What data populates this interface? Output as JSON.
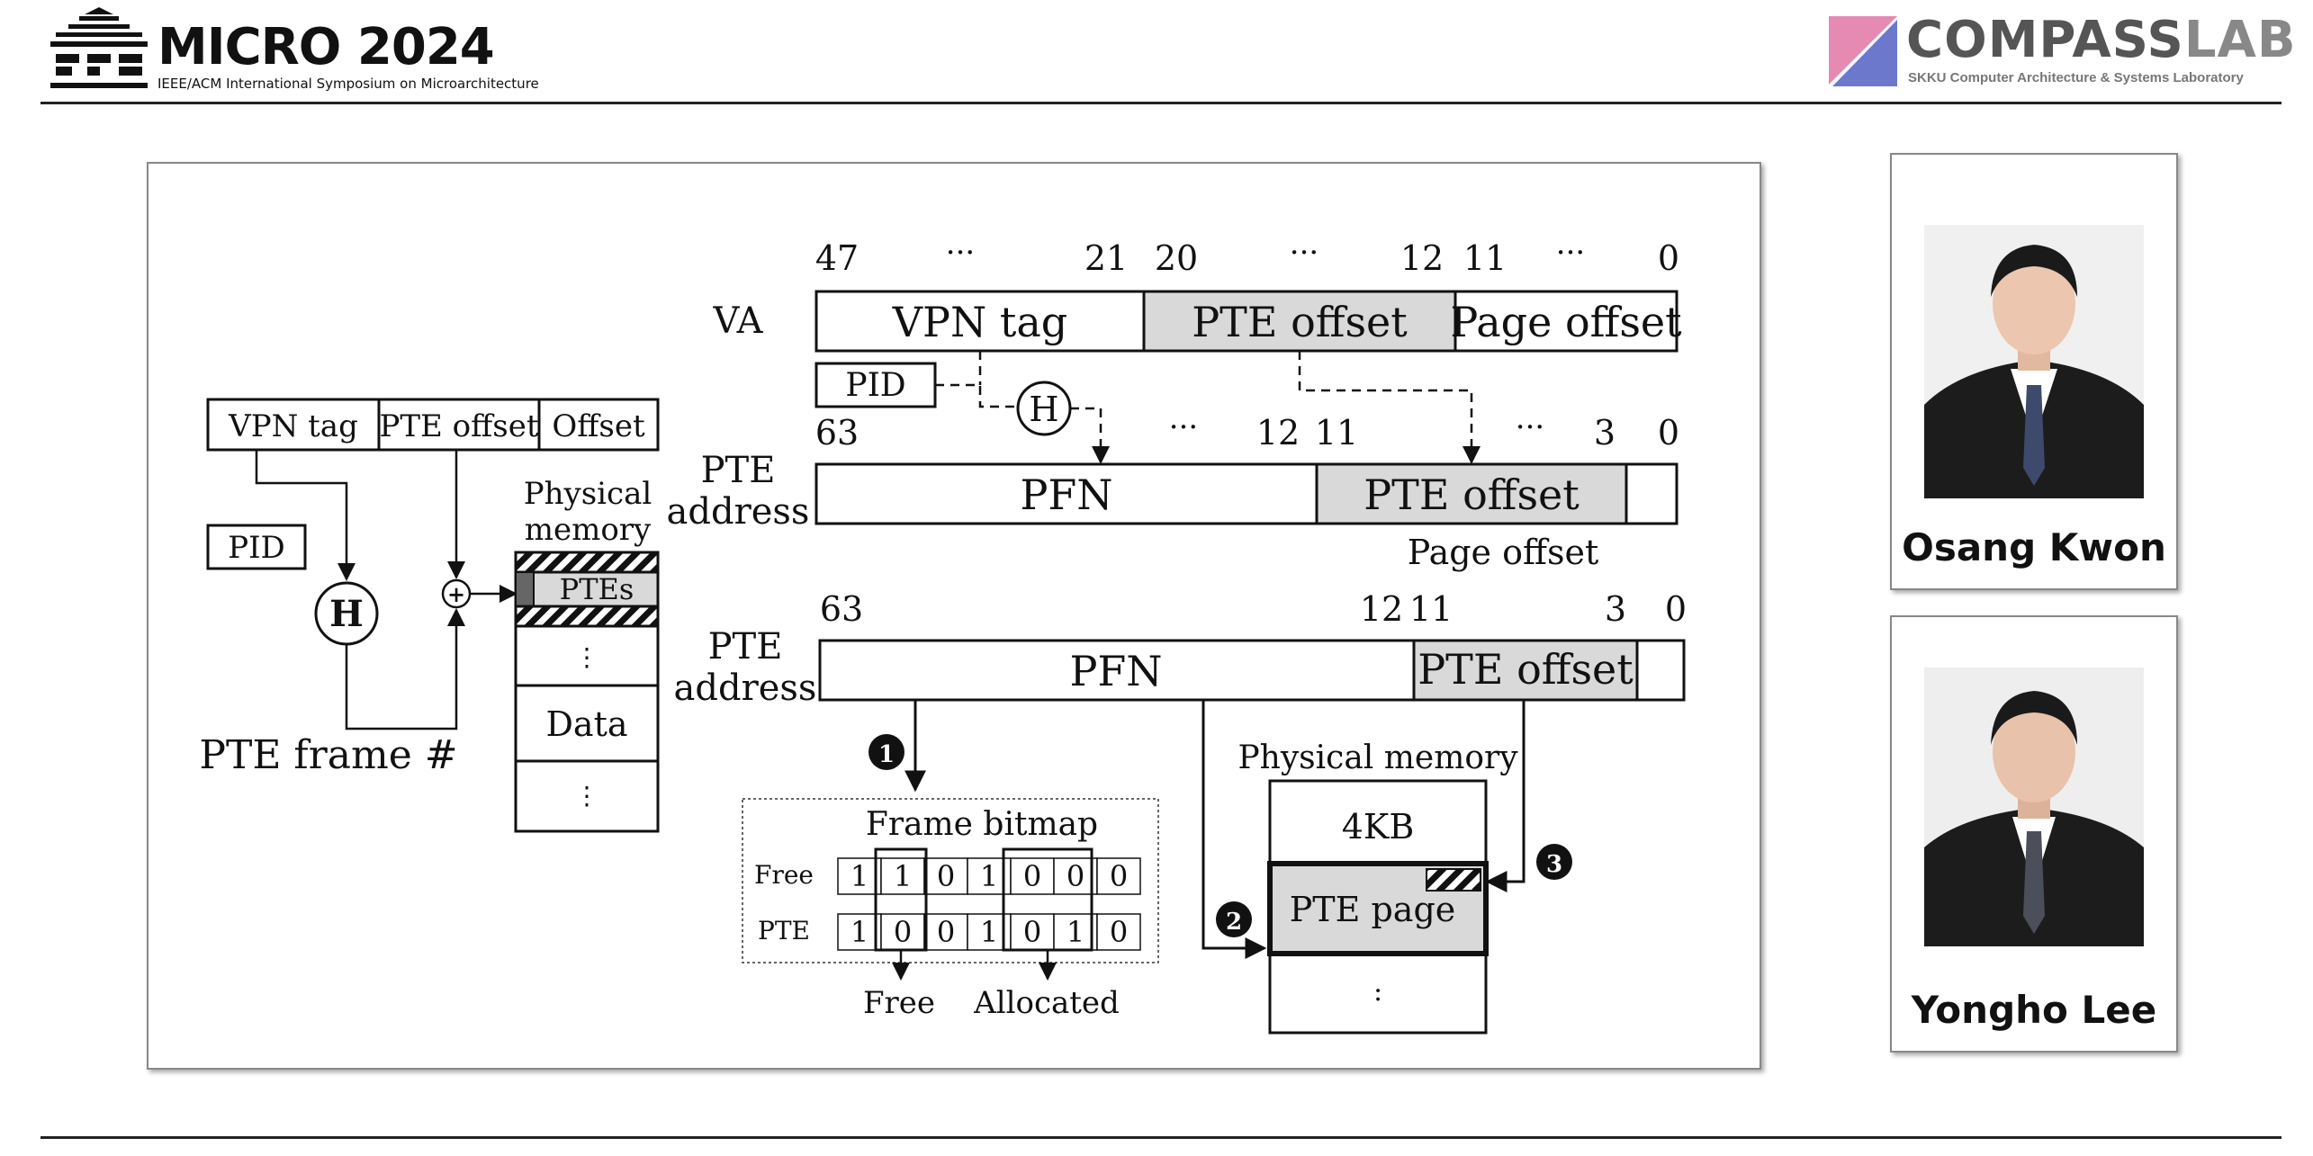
{
  "header": {
    "conference": "MICRO 2024",
    "conference_sub": "IEEE/ACM International Symposium on Microarchitecture",
    "lab_name_a": "COMPASS",
    "lab_name_b": "LAB",
    "lab_sub": "SKKU Computer Architecture & Systems Laboratory"
  },
  "left": {
    "fields": [
      "VPN tag",
      "PTE offset",
      "Offset"
    ],
    "pid": "PID",
    "hash": "H",
    "plus": "+",
    "phys_mem": [
      "Physical",
      "memory"
    ],
    "ptes": "PTEs",
    "dots": "⋮",
    "data": "Data",
    "frame": "PTE frame #"
  },
  "va": {
    "label": "VA",
    "bits": [
      "47",
      "···",
      "21",
      "20",
      "···",
      "12",
      "11",
      "···",
      "0"
    ],
    "fields": [
      "VPN tag",
      "PTE offset",
      "Page offset"
    ],
    "pid": "PID",
    "hash": "H"
  },
  "pte1": {
    "label": [
      "PTE",
      "address"
    ],
    "bits": [
      "63",
      "···",
      "12",
      "11",
      "···",
      "3",
      "0"
    ],
    "fields": [
      "PFN",
      "PTE offset"
    ],
    "note": "Page offset"
  },
  "pte2": {
    "label": [
      "PTE",
      "address"
    ],
    "bits": [
      "63",
      "12",
      "11",
      "3",
      "0"
    ],
    "fields": [
      "PFN",
      "PTE offset"
    ]
  },
  "bitmap": {
    "title": "Frame bitmap",
    "rows": [
      {
        "label": "Free",
        "bits": [
          "1",
          "1",
          "0",
          "1",
          "0",
          "0",
          "0"
        ]
      },
      {
        "label": "PTE",
        "bits": [
          "1",
          "0",
          "0",
          "1",
          "0",
          "1",
          "0"
        ]
      }
    ],
    "below": [
      "Free",
      "Allocated"
    ]
  },
  "pmem": {
    "title": "Physical memory",
    "cells": [
      "4KB",
      "PTE page",
      ":"
    ]
  },
  "steps": [
    "1",
    "2",
    "3"
  ],
  "people": [
    {
      "name": "Osang Kwon"
    },
    {
      "name": "Yongho Lee"
    }
  ]
}
